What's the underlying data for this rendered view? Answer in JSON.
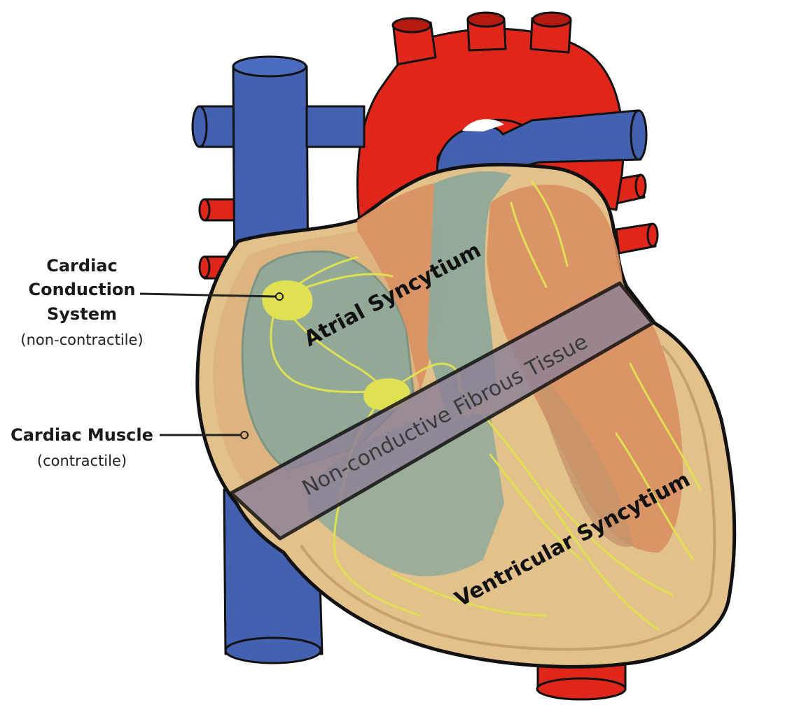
{
  "labels": {
    "conduction_line1": "Cardiac",
    "conduction_line2": "Conduction",
    "conduction_line3": "System",
    "conduction_sub": "(non-contractile)",
    "muscle_title": "Cardiac Muscle",
    "muscle_sub": "(contractile)",
    "atrial": "Atrial Syncytium",
    "fibrous": "Non-conductive Fibrous Tissue",
    "ventricular": "Ventricular Syncytium"
  },
  "colors": {
    "vein_blue": "#4361b0",
    "artery_red": "#e0261a",
    "heart_tan": "#e2c18a",
    "muscle_orange": "#d98f62",
    "chamber_gray": "#8fa99a",
    "conduction_yellow": "#dfe052",
    "fibrous_band": "#8f8296",
    "outline": "#111111"
  }
}
